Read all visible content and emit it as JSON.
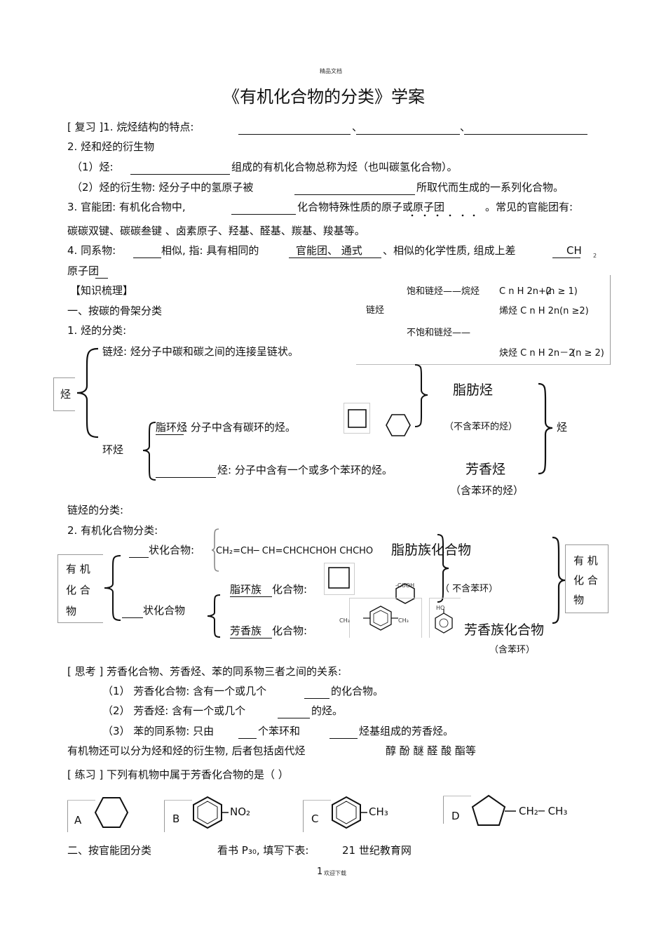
{
  "header_note": "精品文档",
  "title": "《有机化合物的分类》学案",
  "review": {
    "l1": "[ 复习 ]1.    烷烃结构的特点:",
    "sep1": "、",
    "sep2": "、",
    "l2": "2.   烃和烃的衍生物",
    "l3a": "（1）烃:",
    "l3b": "组成的有机化合物总称为烃（也叫碳氢化合物）。",
    "l4a": "（2）烃的衍生物:   烃分子中的氢原子被",
    "l4b": "所取代而生成的一系列化合物。",
    "l5a": "3.   官能团:  有机化合物中,",
    "l5b": "化合物特殊性质的原子或原子团",
    "l5c": "。常见的官能团有:",
    "l6": "碳碳双键、碳碳叁键      、卤素原子、羟基、醛基、羰基、羧基等。",
    "l7a": "4. 同系物:",
    "l7b": "相似,  指:  具有相同的",
    "l7c": "官能团、 通式",
    "l7d": "、相似的化学性质,     组成上差",
    "l7e": "CH",
    "l7f": "2",
    "l8": "原子团"
  },
  "knowledge": {
    "heading": "【知识梳理】",
    "s1": "一、按碳的骨架分类",
    "s1_1": "1. 烃的分类:",
    "chain_label": "链烃",
    "saturated": "饱和链烃——烷烃",
    "alkane_formula": "C n H 2n+2",
    "alkane_n": "(n ≥ 1)",
    "alkene": "烯烃 C n H 2n",
    "alkene_n": "(n ≥2)",
    "unsaturated": "不饱和链烃——",
    "alkyne": "炔烃  C n H 2n－2",
    "alkyne_n": "(n ≥ 2)",
    "chain_def": "链烃: 烃分子中碳和碳之间的连接呈链状。",
    "hydrocarbon": "烃",
    "aliphatic_hc": "脂肪烃",
    "alicyclic_def_a": "脂环烃",
    "alicyclic_def_b": ":  分子中含有碳环的烃。",
    "no_benzene": "（不含苯环的烃）",
    "hc_right": "烃",
    "cyclic": "环烃",
    "aromatic_def": "烃:  分子中含有一个或多个苯环的烃。",
    "aromatic_hc": "芳香烃",
    "with_benzene": "（含苯环的烃）",
    "chain_classify": "链烃的分类:",
    "s1_2": "2. 有机化合物分类:",
    "shape_chain": "状化合物:",
    "chain_examples": "CH₂=CH─ CH=CHCHCHOH   CHCHO",
    "aliphatic_compound": "脂肪族化合物",
    "organic_left": [
      "有 机",
      "化 合",
      "物"
    ],
    "alicyclic_compound_a": "脂环族",
    "alicyclic_compound_b": "化合物:",
    "cooh_label": "-COOH",
    "no_benzene_ring": "（ 不含苯环）",
    "shape_ring": "状化合物",
    "aromatic_compound_a": "芳香族",
    "aromatic_compound_b": "化合物:",
    "ch3": "CH₃",
    "ho": "HO",
    "aromatic_compound": "芳香族化合物",
    "with_benzene_ring": "（含苯环）",
    "organic_right": [
      "有 机",
      "化 合",
      "物"
    ]
  },
  "thinking": {
    "head": "[ 思考 ] 芳香化合物、芳香烃、苯的同系物三者之间的关系:",
    "q1a": "（1） 芳香化合物:  含有一个或几个",
    "q1b": "的化合物。",
    "q2a": "（2） 芳香烃:  含有一个或几个",
    "q2b": "的烃。",
    "q3a": "（3） 苯的同系物:  只由",
    "q3b": "个苯环和",
    "q3c": "烃基组成的芳香烃。",
    "derivative": "有机物还可以分为烃和烃的衍生物,  后者包括卤代烃",
    "derivative_list": "醇  酚  醚  醛  酸  酯等"
  },
  "exercise": {
    "question": "[ 练习 ]    下列有机物中属于芳香化合物的是（            ）",
    "A": "A",
    "B": "B",
    "B_group": "NO₂",
    "C": "C",
    "C_group": "CH₃",
    "D": "D",
    "D_group": "CH₂─ CH₃"
  },
  "section2": {
    "label": "二、按官能团分类",
    "book": "看书   P₃₀,  填写下表:",
    "net": "21 世纪教育网"
  },
  "footer": {
    "page": "1",
    "note": "欢迎下载"
  }
}
